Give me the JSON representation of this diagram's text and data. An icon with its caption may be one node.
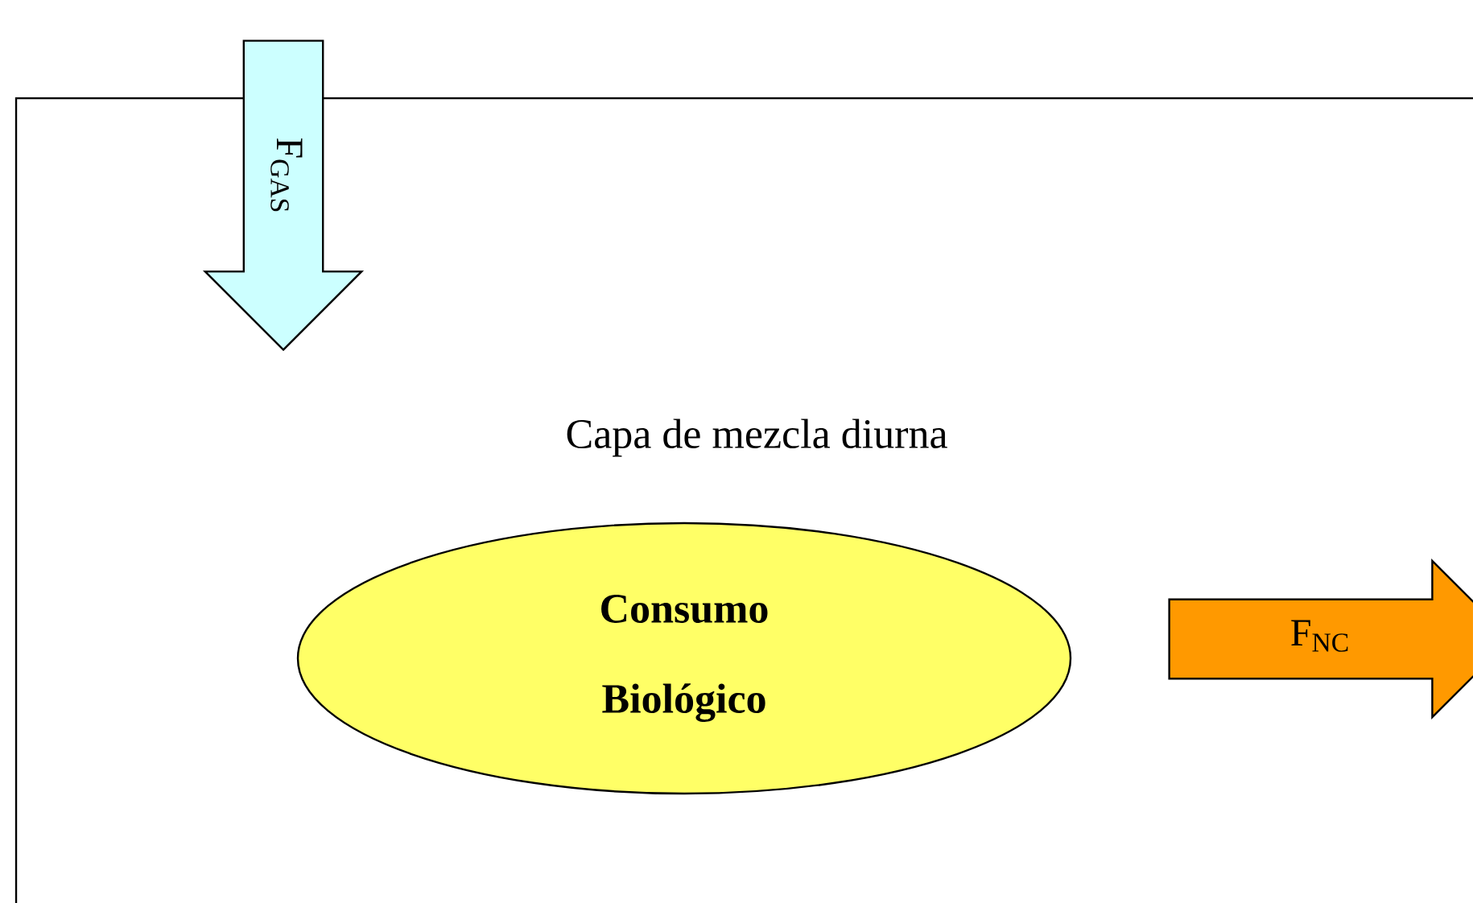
{
  "diagram": {
    "nodes": [
      {
        "text": [
          "Capa de mezcla diurna"
        ]
      },
      {
        "text": [
          "Consumo Biológico"
        ],
        "in": 0
      },
      {
        "text": [
          "F$_{GAS}$"
        ]
      },
      {
        "text": [
          "F$_{NC}$"
        ],
        "in": 0
      }
    ]
  }
}
